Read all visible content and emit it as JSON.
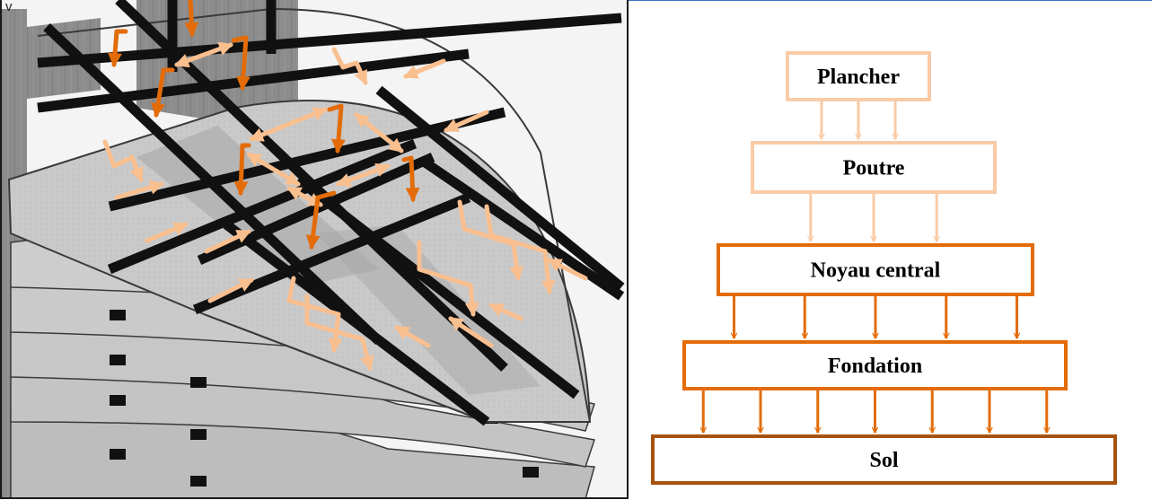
{
  "caption_fragment": "v",
  "load_path": {
    "levels": [
      {
        "label": "Plancher",
        "color": "#f9cba6"
      },
      {
        "label": "Poutre",
        "color": "#f9cba6"
      },
      {
        "label": "Noyau central",
        "color": "#e36c09"
      },
      {
        "label": "Fondation",
        "color": "#e36c09"
      },
      {
        "label": "Sol",
        "color": "#a65311"
      }
    ],
    "arrows_between_levels": [
      3,
      3,
      5,
      7
    ]
  },
  "model_3d": {
    "content": "Perspective view of floor slabs, black beams and grey central core with load transfer arrows",
    "arrow_colors": {
      "primary": "#e36c09",
      "secondary": "#fabf8f"
    }
  }
}
